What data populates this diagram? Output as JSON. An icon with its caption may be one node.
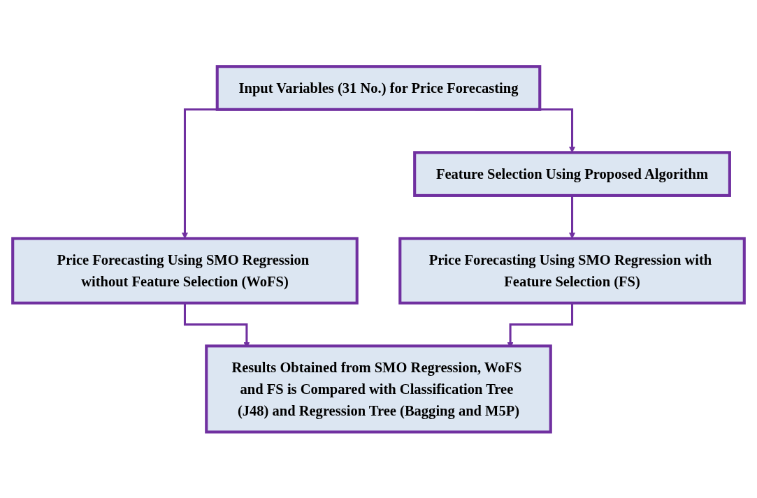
{
  "diagram": {
    "nodes": [
      {
        "text": [
          "Input Variables (31 No.) for Price Forecasting"
        ]
      },
      {
        "text": [
          "Feature Selection Using Proposed Algorithm"
        ]
      },
      {
        "text": [
          "Price Forecasting Using SMO Regression without Feature Selection (WoFS)"
        ]
      },
      {
        "text": [
          "Price Forecasting Using SMO Regression with Feature Selection (FS)"
        ]
      },
      {
        "text": [
          "Results Obtained from SMO Regression, WoFS and FS is Compared with Classification Tree (J48) and Regression Tree (Bagging and M5P)"
        ]
      }
    ],
    "edges": [
      {
        "from": 0,
        "to": 2,
        "arrow": "to"
      },
      {
        "from": 0,
        "to": 1,
        "arrow": "to"
      },
      {
        "from": 1,
        "to": 3,
        "arrow": "to"
      },
      {
        "from": 2,
        "to": 4,
        "arrow": "to"
      },
      {
        "from": 3,
        "to": 4,
        "arrow": "to"
      }
    ]
  }
}
